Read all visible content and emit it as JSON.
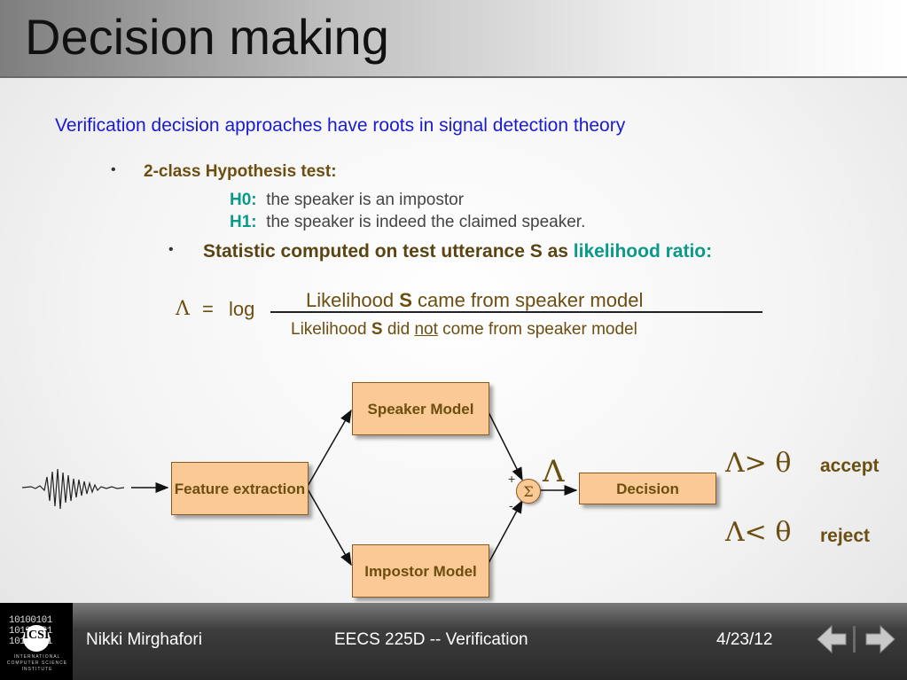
{
  "slide": {
    "title": "Decision making",
    "intro": "Verification decision approaches have roots in signal detection theory",
    "bullet_char": "•",
    "bullet1": "2-class Hypothesis test:",
    "h0": {
      "label": "H0:",
      "text": "the speaker is an impostor"
    },
    "h1": {
      "label": "H1:",
      "text": "the speaker is indeed the claimed speaker."
    },
    "bullet2": {
      "text": "Statistic computed on test utterance S as",
      "highlight": "likelihood ratio:"
    },
    "formula": {
      "lhs": "Λ",
      "eq": "=",
      "log": "log",
      "numerator": {
        "pre": "Likelihood",
        "bold": "S",
        "post": "came from speaker model"
      },
      "denominator": {
        "pre": "Likelihood",
        "bold": "S",
        "mid": "did",
        "underlined": "not",
        "post": "come from speaker model"
      }
    },
    "diagram": {
      "feature_box": "Feature extraction",
      "speaker_box": "Speaker Model",
      "impostor_box": "Impostor Model",
      "decision_box": "Decision",
      "sum_symbol": "Σ",
      "plus": "+",
      "minus": "-",
      "lambda": "Λ",
      "accept_cond": "Λ> θ",
      "accept": "accept",
      "reject_cond": "Λ< θ",
      "reject": "reject"
    },
    "colors": {
      "intro": "#1a1ad0",
      "accent": "#0a9a8a",
      "box_fill": "#fbc995",
      "text_brown": "#6b4e10"
    }
  },
  "footer": {
    "logo_bits": [
      "10100101",
      "10100101",
      "10100101"
    ],
    "logo_text": "ICSI",
    "logo_sub": "INTERNATIONAL COMPUTER SCIENCE INSTITUTE",
    "author": "Nikki Mirghafori",
    "course": "EECS 225D -- Verification",
    "date": "4/23/12",
    "prev_icon": "arrow-left-icon",
    "next_icon": "arrow-right-icon"
  }
}
